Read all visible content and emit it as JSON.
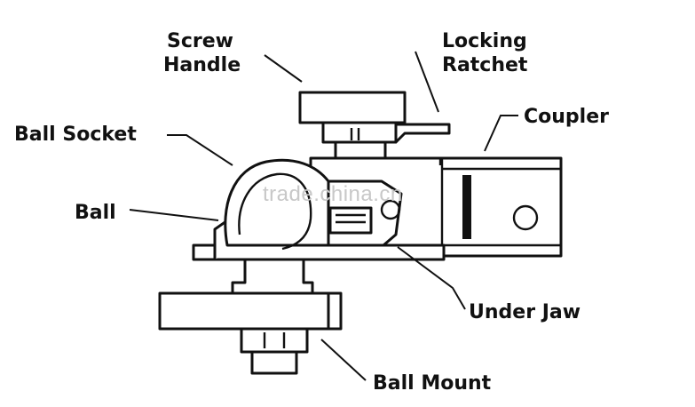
{
  "diagram": {
    "labels": {
      "screw_handle_line1": "Screw",
      "screw_handle_line2": "Handle",
      "locking_ratchet_line1": "Locking",
      "locking_ratchet_line2": "Ratchet",
      "coupler": "Coupler",
      "ball_socket": "Ball Socket",
      "ball": "Ball",
      "under_jaw": "Under Jaw",
      "ball_mount": "Ball Mount"
    },
    "watermark": "trade.china.cn"
  },
  "colors": {
    "ink": "#111111",
    "background": "#ffffff",
    "watermark": "#c8c8c8"
  }
}
